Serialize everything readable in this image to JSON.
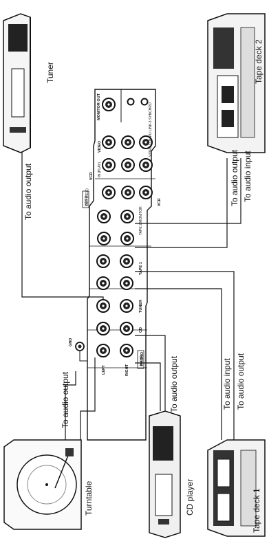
{
  "devices": {
    "tuner": "Tuner",
    "tape_deck_2": "Tape deck 2",
    "tape_deck_1": "Tape deck 1",
    "cd_player": "CD player",
    "turntable": "Turntable"
  },
  "connections": {
    "tuner_out": "To audio output",
    "deck2_out": "To audio output",
    "deck2_in": "To audio input",
    "turntable_out": "To audio output",
    "cd_out": "To audio output",
    "deck1_in": "To audio input",
    "deck1_out": "To audio output"
  },
  "panel": {
    "phono": "PHONO",
    "left": "LEFT",
    "right": "RIGHT",
    "gnd": "GND",
    "audio": "AUDIO",
    "cd": "CD",
    "tuner": "TUNER",
    "tape1": "TAPE 1",
    "tape2_monitor": "TAPE 2 MONITOR",
    "in_play": "IN (PLAY)",
    "out_rec": "OUT (REC)",
    "vcr": "VCR",
    "video_tag": "VIDEO",
    "video": "VIDEO",
    "monitor_out": "MONITOR OUT",
    "video_compu": "VIDEO COMPU LINK-3 SYNCHRO"
  }
}
